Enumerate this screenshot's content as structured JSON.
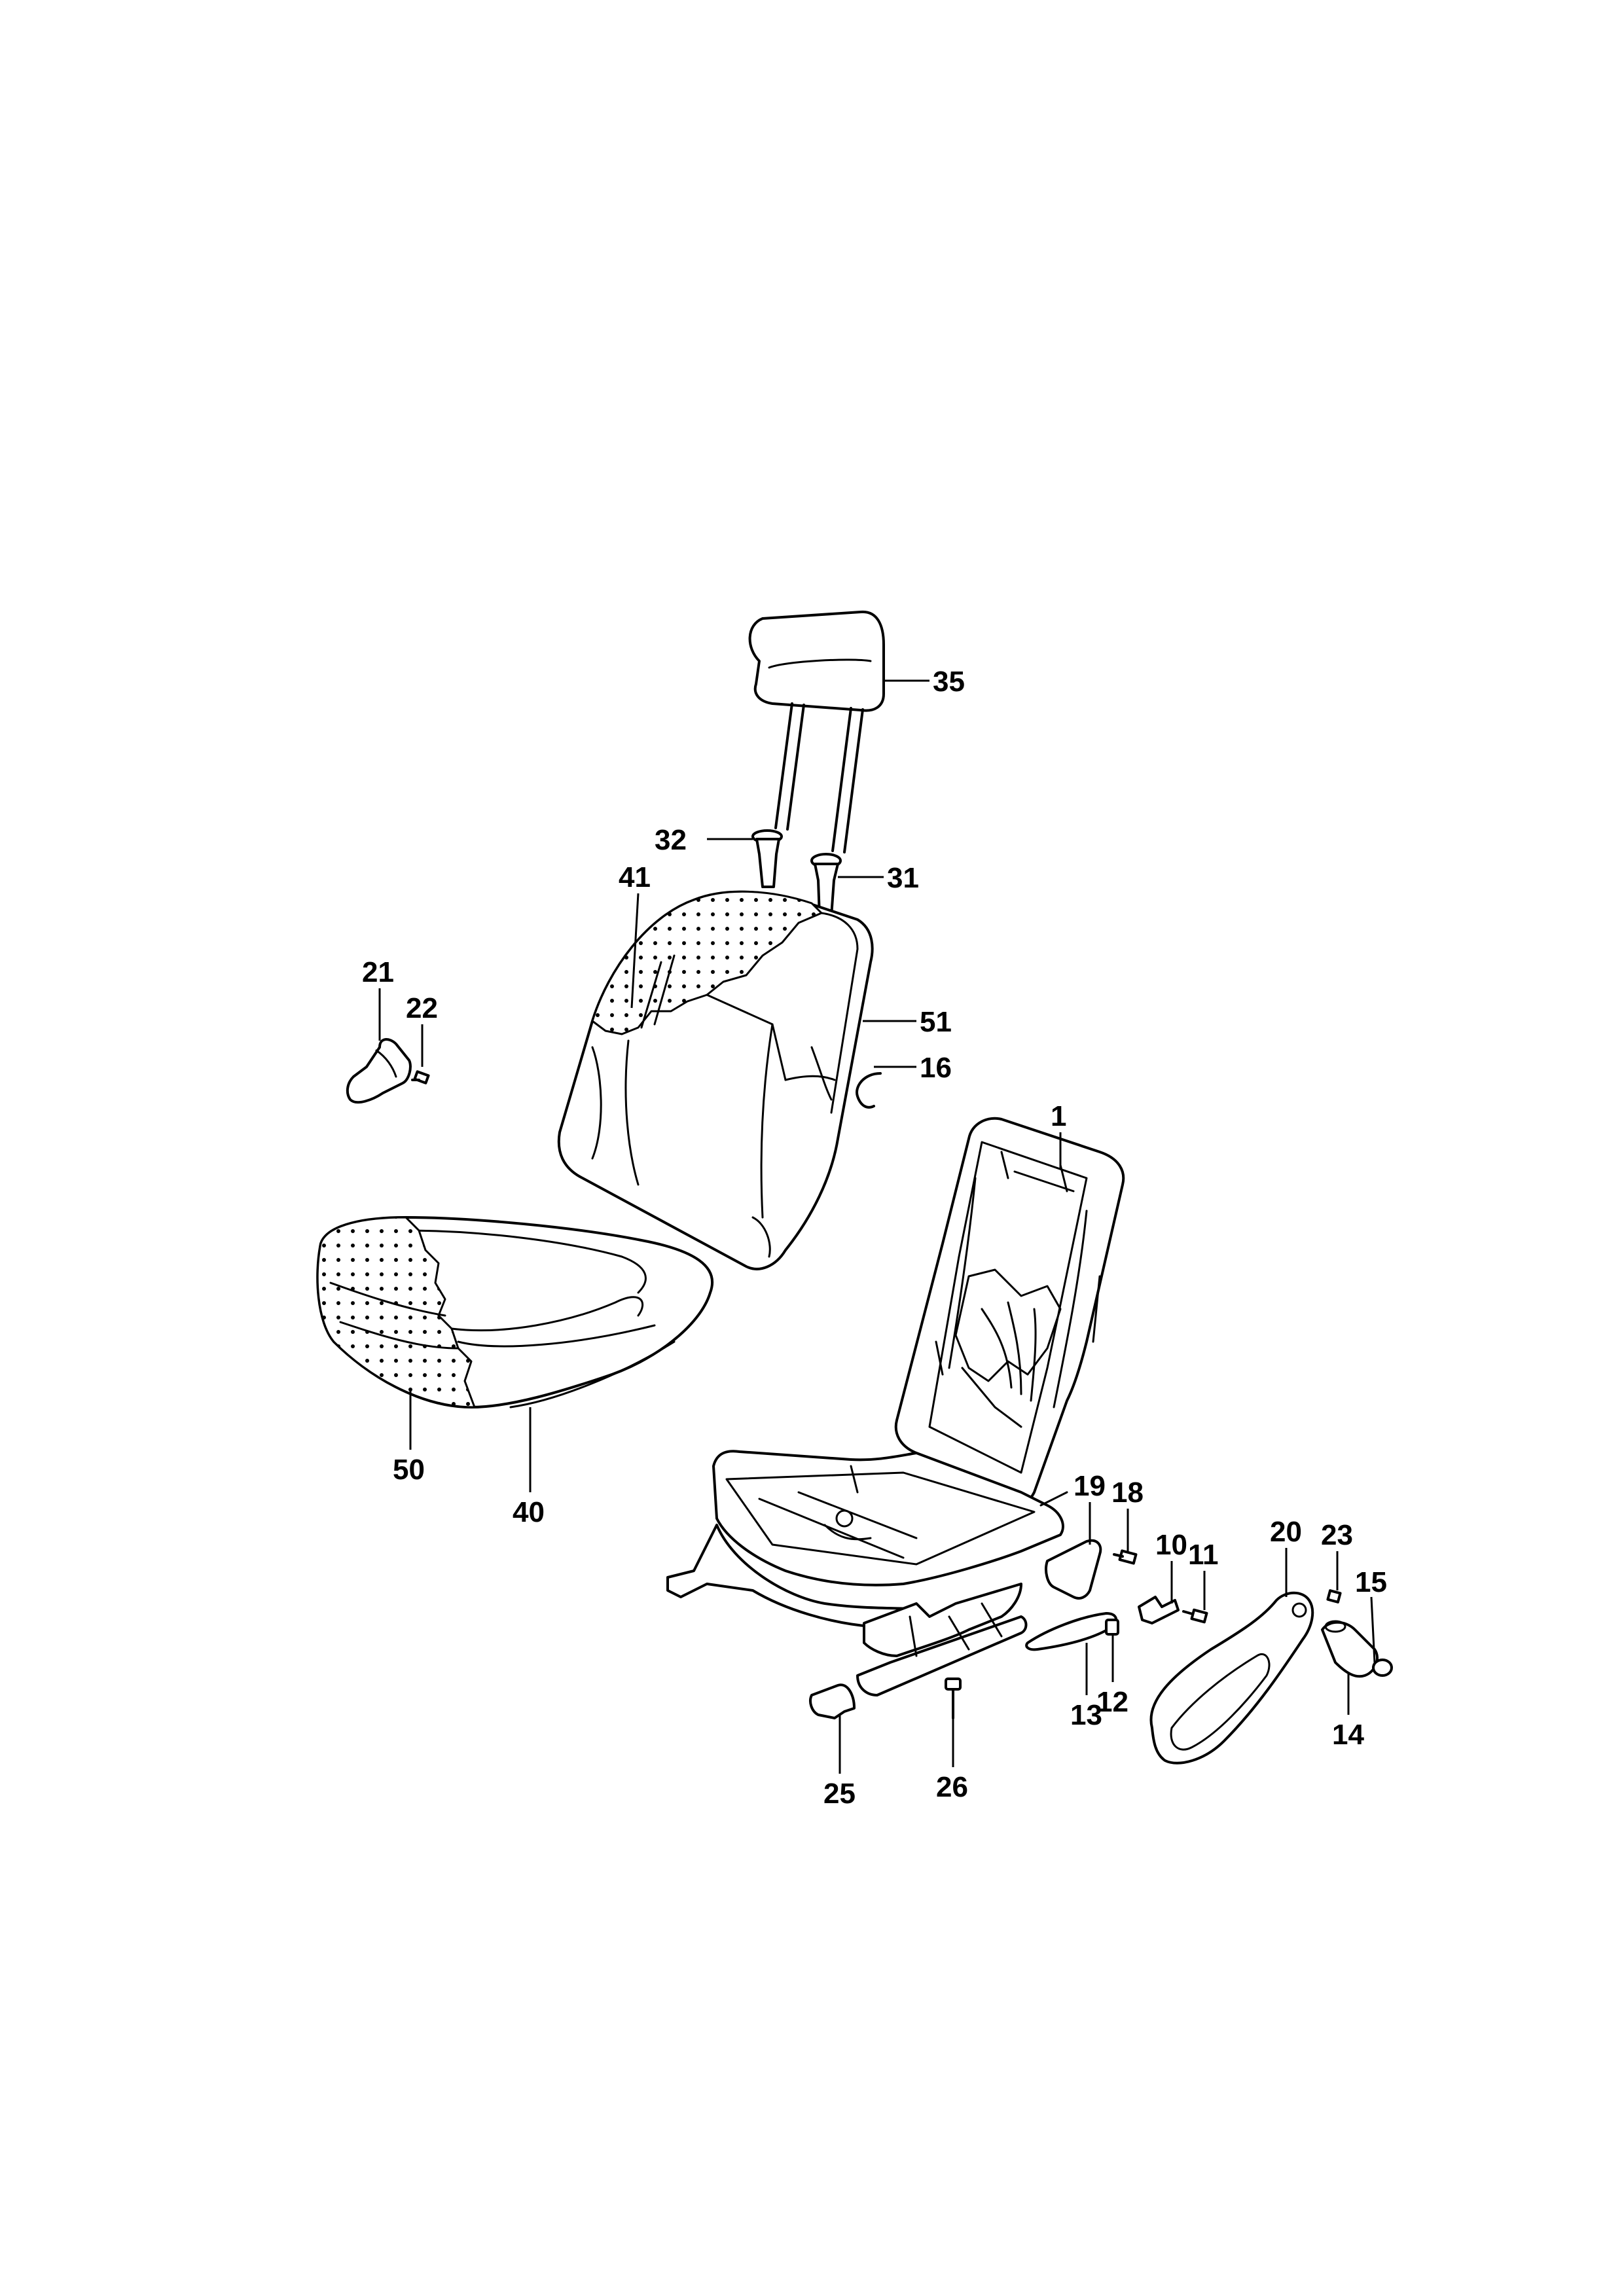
{
  "callouts": [
    {
      "id": "35",
      "label": "35"
    },
    {
      "id": "32",
      "label": "32"
    },
    {
      "id": "31",
      "label": "31"
    },
    {
      "id": "41",
      "label": "41"
    },
    {
      "id": "21",
      "label": "21"
    },
    {
      "id": "22",
      "label": "22"
    },
    {
      "id": "51",
      "label": "51"
    },
    {
      "id": "16",
      "label": "16"
    },
    {
      "id": "1",
      "label": "1"
    },
    {
      "id": "50",
      "label": "50"
    },
    {
      "id": "40",
      "label": "40"
    },
    {
      "id": "19",
      "label": "19"
    },
    {
      "id": "18",
      "label": "18"
    },
    {
      "id": "10",
      "label": "10"
    },
    {
      "id": "11",
      "label": "11"
    },
    {
      "id": "20",
      "label": "20"
    },
    {
      "id": "23",
      "label": "23"
    },
    {
      "id": "15",
      "label": "15"
    },
    {
      "id": "13",
      "label": "13"
    },
    {
      "id": "12",
      "label": "12"
    },
    {
      "id": "14",
      "label": "14"
    },
    {
      "id": "25",
      "label": "25"
    },
    {
      "id": "26",
      "label": "26"
    }
  ]
}
